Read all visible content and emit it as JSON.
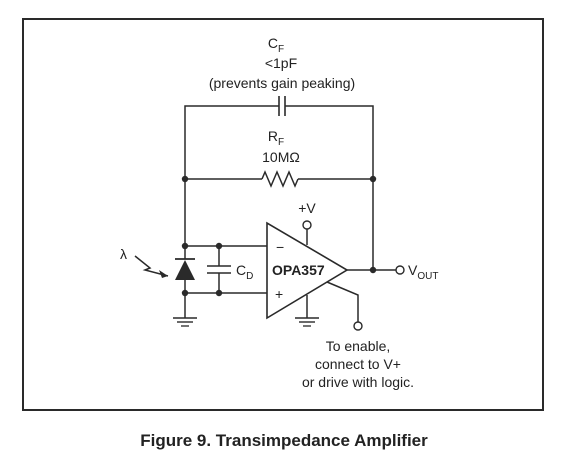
{
  "caption": "Figure 9. Transimpedance Amplifier",
  "feedback_capacitor": {
    "name": "C",
    "subscript": "F",
    "value": "<1pF",
    "note": "(prevents gain peaking)"
  },
  "feedback_resistor": {
    "name": "R",
    "subscript": "F",
    "value": "10MΩ"
  },
  "input_capacitor": {
    "name": "C",
    "subscript": "D"
  },
  "light_symbol": "λ",
  "opamp": {
    "label": "OPA357",
    "inverting": "−",
    "noninverting": "+",
    "supply": "+V"
  },
  "output": {
    "name": "V",
    "subscript": "OUT"
  },
  "enable_note": [
    "To enable,",
    "connect to V+",
    "or drive with logic."
  ]
}
